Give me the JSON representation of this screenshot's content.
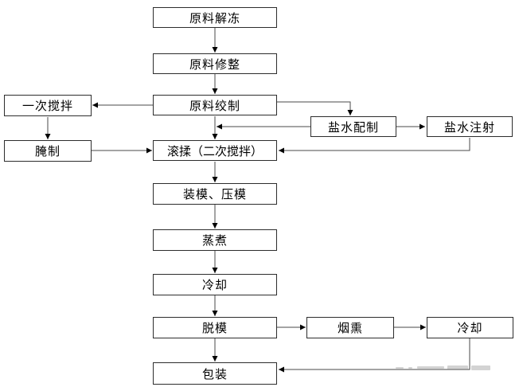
{
  "diagram": {
    "type": "flowchart",
    "description": "Meat product processing flow",
    "colors": {
      "background": "#ffffff",
      "box_border": "#2d2d2d",
      "box_fill": "#ffffff",
      "text": "#000000",
      "line": "#4a4a4a",
      "arrowhead": "#000000"
    },
    "nodes": [
      {
        "id": "thaw",
        "label": "原料解冻"
      },
      {
        "id": "trim",
        "label": "原料修整"
      },
      {
        "id": "grind",
        "label": "原料绞制"
      },
      {
        "id": "first_mix",
        "label": "一次搅拌"
      },
      {
        "id": "cure",
        "label": "腌制"
      },
      {
        "id": "brine_prep",
        "label": "盐水配制"
      },
      {
        "id": "brine_inject",
        "label": "盐水注射"
      },
      {
        "id": "tumble",
        "label": "滚揉（二次搅拌）"
      },
      {
        "id": "mold_press",
        "label": "装模、压模"
      },
      {
        "id": "steam",
        "label": "蒸煮"
      },
      {
        "id": "cool_1",
        "label": "冷却"
      },
      {
        "id": "demold",
        "label": "脱模"
      },
      {
        "id": "smoke",
        "label": "烟熏"
      },
      {
        "id": "cool_2",
        "label": "冷却"
      },
      {
        "id": "pack",
        "label": "包装"
      }
    ],
    "edges": [
      {
        "from": "thaw",
        "to": "trim"
      },
      {
        "from": "trim",
        "to": "grind"
      },
      {
        "from": "grind",
        "to": "first_mix"
      },
      {
        "from": "first_mix",
        "to": "cure"
      },
      {
        "from": "cure",
        "to": "tumble"
      },
      {
        "from": "grind",
        "to": "brine_prep"
      },
      {
        "from": "brine_prep",
        "to": "tumble"
      },
      {
        "from": "brine_prep",
        "to": "brine_inject"
      },
      {
        "from": "brine_inject",
        "to": "tumble"
      },
      {
        "from": "grind",
        "to": "tumble"
      },
      {
        "from": "tumble",
        "to": "mold_press"
      },
      {
        "from": "mold_press",
        "to": "steam"
      },
      {
        "from": "steam",
        "to": "cool_1"
      },
      {
        "from": "cool_1",
        "to": "demold"
      },
      {
        "from": "demold",
        "to": "smoke"
      },
      {
        "from": "demold",
        "to": "pack"
      },
      {
        "from": "smoke",
        "to": "cool_2"
      },
      {
        "from": "cool_2",
        "to": "pack"
      }
    ]
  }
}
